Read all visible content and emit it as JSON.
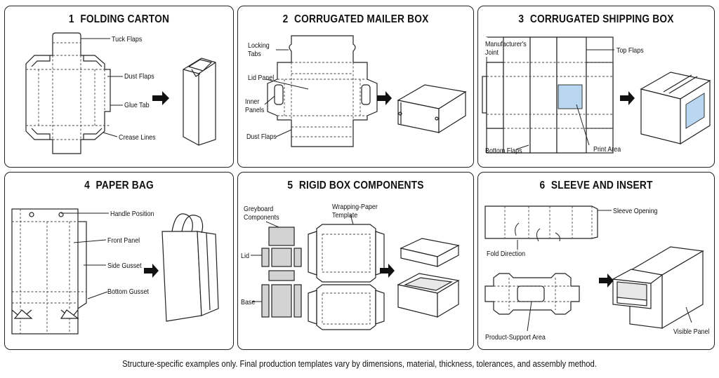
{
  "panels": [
    {
      "num": "1",
      "title": "FOLDING CARTON",
      "labels": {
        "tuck": "Tuck Flaps",
        "dust": "Dust Flaps",
        "glue": "Glue Tab",
        "crease": "Crease Lines"
      }
    },
    {
      "num": "2",
      "title": "CORRUGATED MAILER BOX",
      "labels": {
        "locking": "Locking\nTabs",
        "lid": "Lid Panel",
        "inner": "Inner\nPanels",
        "dust": "Dust Flaps"
      }
    },
    {
      "num": "3",
      "title": "CORRUGATED SHIPPING BOX",
      "labels": {
        "joint": "Manufacturer's\nJoint",
        "top": "Top Flaps",
        "bottom": "Bottom Flaps",
        "print": "Print Area"
      }
    },
    {
      "num": "4",
      "title": "PAPER BAG",
      "labels": {
        "handle": "Handle Position",
        "front": "Front Panel",
        "side": "Side Gusset",
        "bottom": "Bottom Gusset"
      }
    },
    {
      "num": "5",
      "title": "RIGID BOX COMPONENTS",
      "labels": {
        "greyboard": "Greyboard\nComponents",
        "wrap": "Wrapping-Paper\nTemplate",
        "lid": "Lid",
        "base": "Base"
      }
    },
    {
      "num": "6",
      "title": "SLEEVE AND INSERT",
      "labels": {
        "sleeve": "Sleeve Opening",
        "fold": "Fold Direction",
        "product": "Product-Support Area",
        "visible": "Visible Panel"
      }
    }
  ],
  "footer": "Structure-specific examples only. Final production templates vary by dimensions, material, thickness, tolerances, and assembly method.",
  "colors": {
    "print_area": "#b9d7f0",
    "greyboard": "#d3d3d3",
    "line": "#222222"
  }
}
